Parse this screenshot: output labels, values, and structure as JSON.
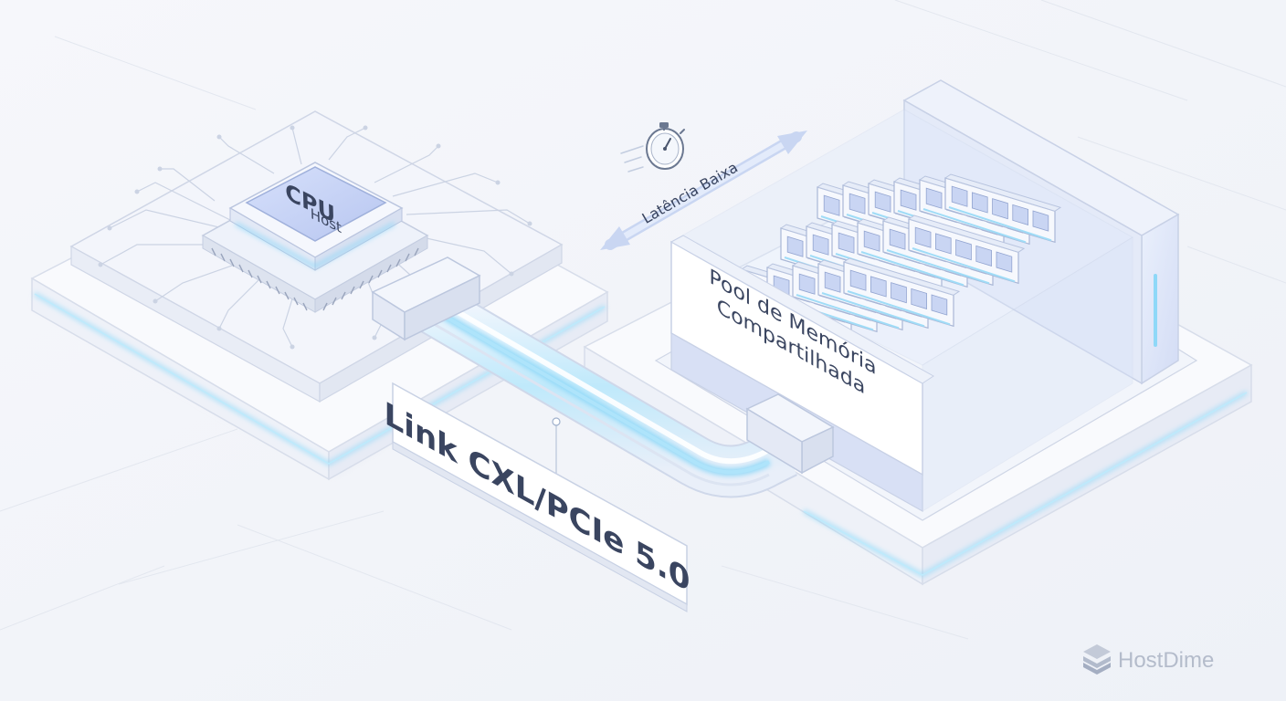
{
  "cpu": {
    "title": "CPU",
    "subtitle": "Host"
  },
  "latency": {
    "label": "Latência Baixa",
    "icon": "stopwatch-icon"
  },
  "link": {
    "label": "Link CXL/PCIe 5.0"
  },
  "memory": {
    "line1": "Pool de Memória",
    "line2": "Compartilhada"
  },
  "brand": {
    "name": "HostDime",
    "icon": "hostdime-logo-icon"
  },
  "colors": {
    "background": "#f4f6fa",
    "glow": "#8ed8f8",
    "chip": "#c7d3f5",
    "text": "#3a4560",
    "memory_panel": "#dde4f7"
  }
}
